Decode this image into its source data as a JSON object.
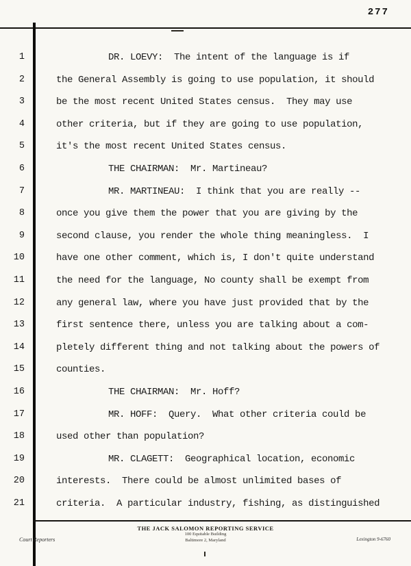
{
  "page": {
    "number": "277"
  },
  "transcript": {
    "lines": [
      {
        "num": "1",
        "indent": true,
        "text": "DR. LOEVY:  The intent of the language is if"
      },
      {
        "num": "2",
        "indent": false,
        "text": "the General Assembly is going to use population, it should"
      },
      {
        "num": "3",
        "indent": false,
        "text": "be the most recent United States census.  They may use"
      },
      {
        "num": "4",
        "indent": false,
        "text": "other criteria, but if they are going to use population,"
      },
      {
        "num": "5",
        "indent": false,
        "text": "it's the most recent United States census."
      },
      {
        "num": "6",
        "indent": true,
        "text": "THE CHAIRMAN:  Mr. Martineau?"
      },
      {
        "num": "7",
        "indent": true,
        "text": "MR. MARTINEAU:  I think that you are really --"
      },
      {
        "num": "8",
        "indent": false,
        "text": "once you give them the power that you are giving by the"
      },
      {
        "num": "9",
        "indent": false,
        "text": "second clause, you render the whole thing meaningless.  I"
      },
      {
        "num": "10",
        "indent": false,
        "text": "have one other comment, which is, I don't quite understand"
      },
      {
        "num": "11",
        "indent": false,
        "text": "the need for the language, No county shall be exempt from"
      },
      {
        "num": "12",
        "indent": false,
        "text": "any general law, where you have just provided that by the"
      },
      {
        "num": "13",
        "indent": false,
        "text": "first sentence there, unless you are talking about a com-"
      },
      {
        "num": "14",
        "indent": false,
        "text": "pletely different thing and not talking about the powers of"
      },
      {
        "num": "15",
        "indent": false,
        "text": "counties."
      },
      {
        "num": "16",
        "indent": true,
        "text": "THE CHAIRMAN:  Mr. Hoff?"
      },
      {
        "num": "17",
        "indent": true,
        "text": "MR. HOFF:  Query.  What other criteria could be"
      },
      {
        "num": "18",
        "indent": false,
        "text": "used other than population?"
      },
      {
        "num": "19",
        "indent": true,
        "text": "MR. CLAGETT:  Geographical location, economic"
      },
      {
        "num": "20",
        "indent": false,
        "text": "interests.  There could be almost unlimited bases of"
      },
      {
        "num": "21",
        "indent": false,
        "text": "criteria.  A particular industry, fishing, as distinguished"
      }
    ]
  },
  "footer": {
    "left": "Court Reporters",
    "center_title": "THE JACK SALOMON REPORTING SERVICE",
    "center_line1": "100 Equitable Building",
    "center_line2": "Baltimore 2, Maryland",
    "right": "Lexington 9-6760"
  }
}
